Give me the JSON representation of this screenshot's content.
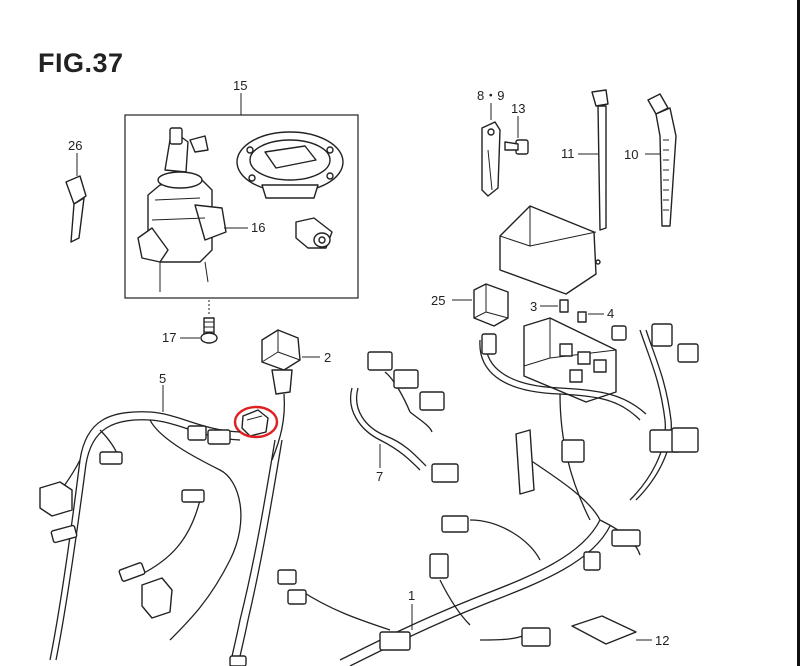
{
  "figure": {
    "title": "FIG.37"
  },
  "callouts": [
    {
      "id": "15",
      "text": "15"
    },
    {
      "id": "16",
      "text": "16"
    },
    {
      "id": "26",
      "text": "26"
    },
    {
      "id": "17",
      "text": "17"
    },
    {
      "id": "2",
      "text": "2"
    },
    {
      "id": "5",
      "text": "5"
    },
    {
      "id": "8-9",
      "text": "8・9"
    },
    {
      "id": "13",
      "text": "13"
    },
    {
      "id": "11",
      "text": "11"
    },
    {
      "id": "10",
      "text": "10"
    },
    {
      "id": "25",
      "text": "25"
    },
    {
      "id": "3",
      "text": "3"
    },
    {
      "id": "4",
      "text": "4"
    },
    {
      "id": "7",
      "text": "7"
    },
    {
      "id": "1",
      "text": "1"
    },
    {
      "id": "12",
      "text": "12"
    }
  ],
  "highlight": {
    "color": "#e02020",
    "target": "2"
  },
  "colors": {
    "ink": "#222222",
    "paper": "#ffffff"
  }
}
